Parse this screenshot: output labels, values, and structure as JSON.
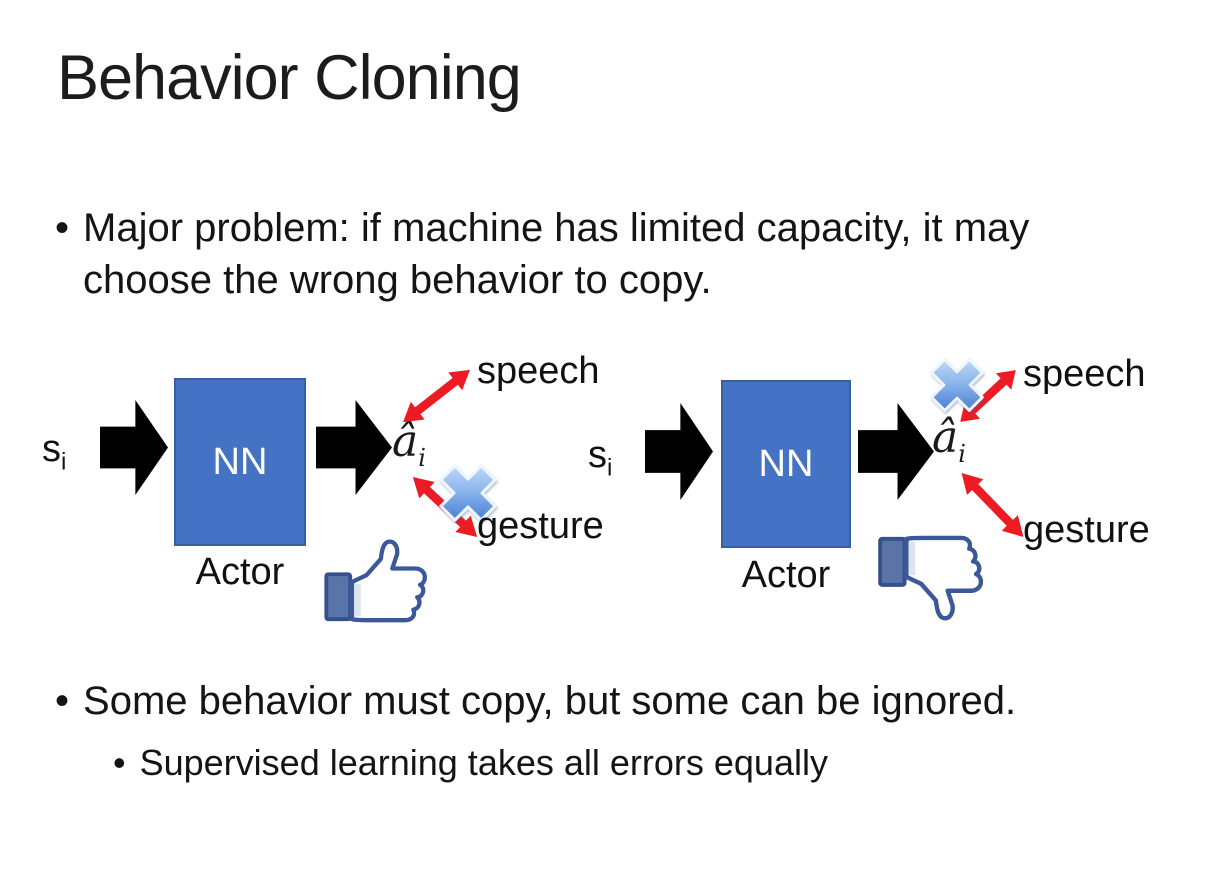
{
  "slide": {
    "title": "Behavior Cloning",
    "bullet_glyph": "•",
    "bullet1": "Major problem: if machine has limited capacity, it may choose the wrong behavior to copy.",
    "bullet2": "Some behavior must copy, but some can be ignored.",
    "bullet2_sub": "Supervised learning takes all errors equally"
  },
  "diagrams": [
    {
      "state_label": "s",
      "state_sub": "i",
      "network_label": "NN",
      "role_label": "Actor",
      "action_label": "â",
      "action_sub": "i",
      "branch_top": "speech",
      "branch_bottom": "gesture",
      "crossed_branch": "gesture",
      "feedback_icon": "thumbs-up"
    },
    {
      "state_label": "s",
      "state_sub": "i",
      "network_label": "NN",
      "role_label": "Actor",
      "action_label": "â",
      "action_sub": "i",
      "branch_top": "speech",
      "branch_bottom": "gesture",
      "crossed_branch": "speech",
      "feedback_icon": "thumbs-down"
    }
  ],
  "colors": {
    "nn_box": "#4472C4",
    "nn_border": "#3A5F9F",
    "arrow_black": "#000000",
    "arrow_red": "#ED1C24",
    "cross_blue_dark": "#2C69C9",
    "cross_blue_light": "#D9E9FB",
    "thumb_outline": "#3B5998",
    "thumb_cuff": "#5B74A8",
    "text": "#161616"
  }
}
